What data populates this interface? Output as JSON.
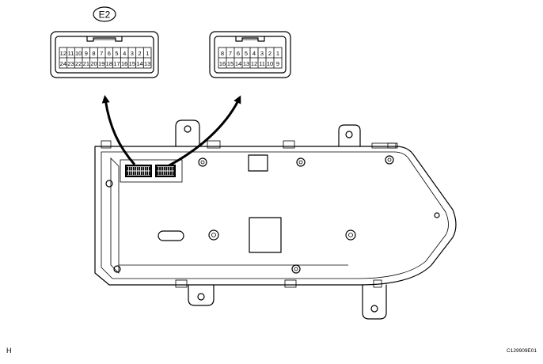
{
  "connector_label": "E2",
  "connector_left": {
    "top_row": [
      "12",
      "11",
      "10",
      "9",
      "8",
      "7",
      "6",
      "5",
      "4",
      "3",
      "2",
      "1"
    ],
    "bottom_row": [
      "24",
      "23",
      "22",
      "21",
      "20",
      "19",
      "18",
      "17",
      "16",
      "15",
      "14",
      "13"
    ]
  },
  "connector_right": {
    "top_row": [
      "8",
      "7",
      "6",
      "5",
      "4",
      "3",
      "2",
      "1"
    ],
    "bottom_row": [
      "16",
      "15",
      "14",
      "13",
      "12",
      "11",
      "10",
      "9"
    ]
  },
  "corner_left": "H",
  "corner_right": "C129909E01"
}
